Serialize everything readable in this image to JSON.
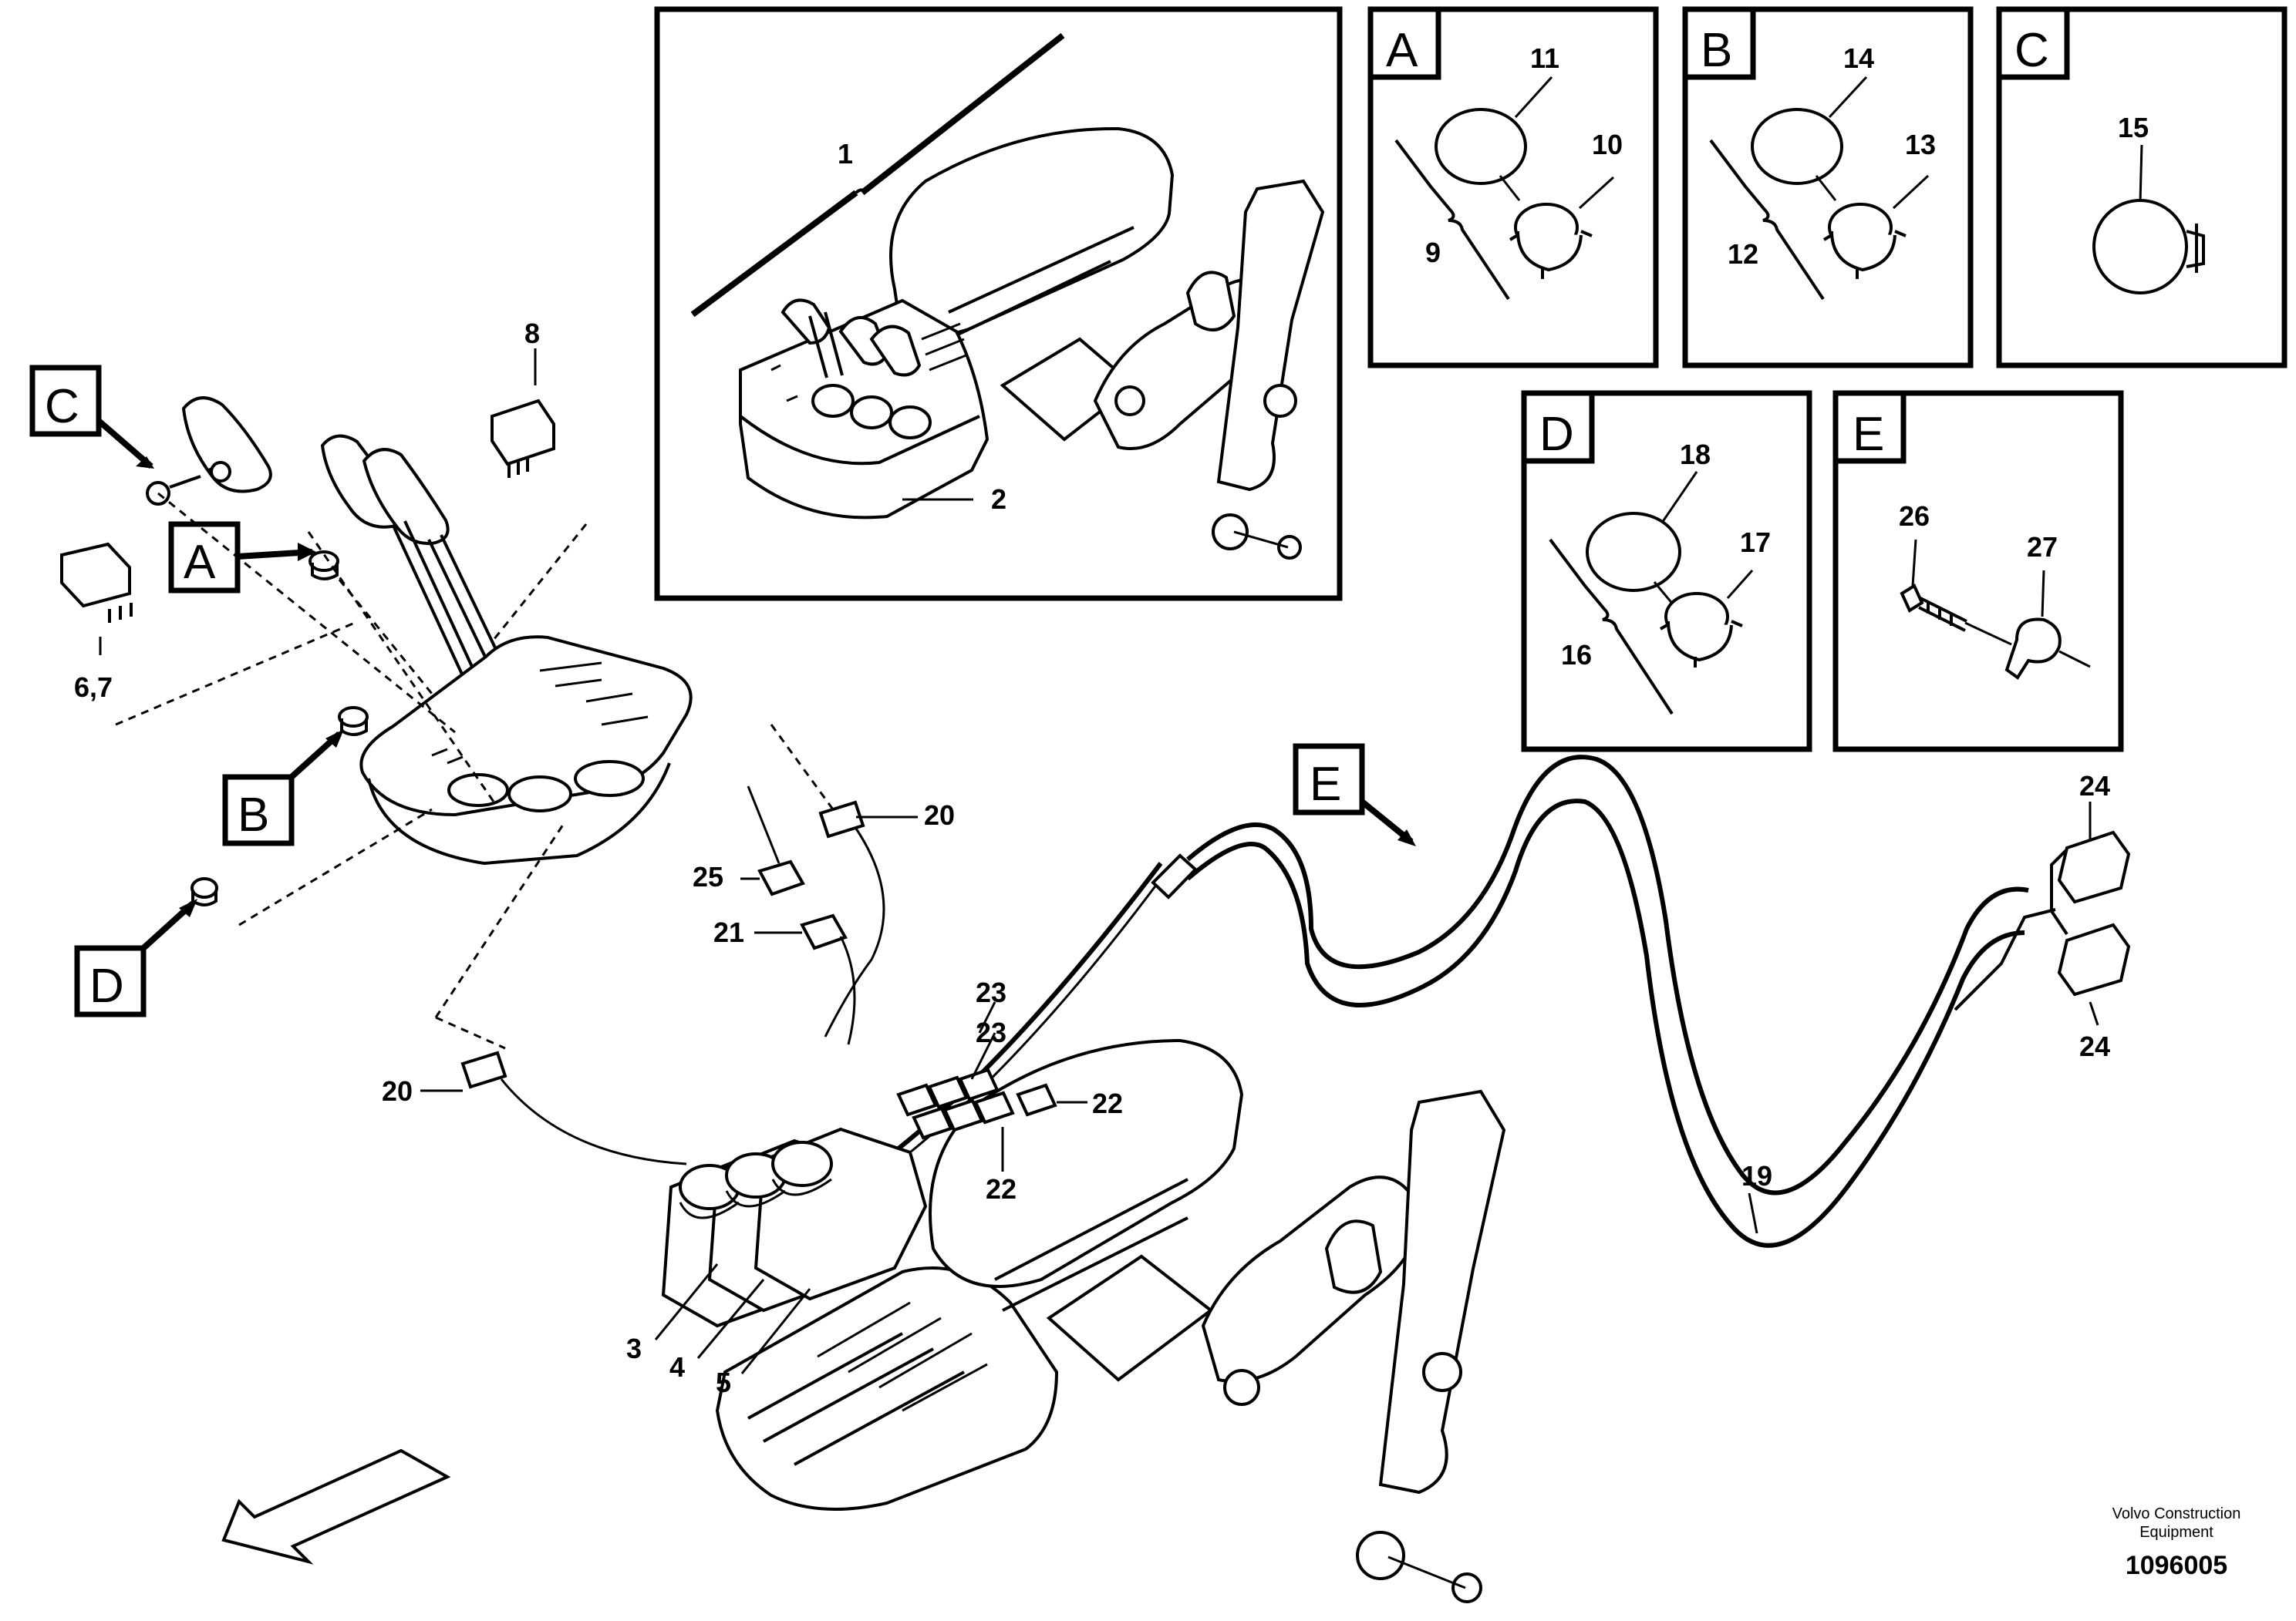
{
  "callouts": {
    "n1": "1",
    "n2": "2",
    "n3": "3",
    "n4": "4",
    "n5": "5",
    "n67": "6,7",
    "n8": "8",
    "n9": "9",
    "n10": "10",
    "n11": "11",
    "n12": "12",
    "n13": "13",
    "n14": "14",
    "n15": "15",
    "n16": "16",
    "n17": "17",
    "n18": "18",
    "n19": "19",
    "n20a": "20",
    "n20b": "20",
    "n21": "21",
    "n22a": "22",
    "n22b": "22",
    "n23a": "23",
    "n23b": "23",
    "n24a": "24",
    "n24b": "24",
    "n25": "25",
    "n26": "26",
    "n27": "27"
  },
  "detail_letters": {
    "A": "A",
    "B": "B",
    "C": "C",
    "D": "D",
    "E": "E"
  },
  "credit": {
    "line1": "Volvo Construction",
    "line2": "Equipment",
    "code": "1096005"
  }
}
